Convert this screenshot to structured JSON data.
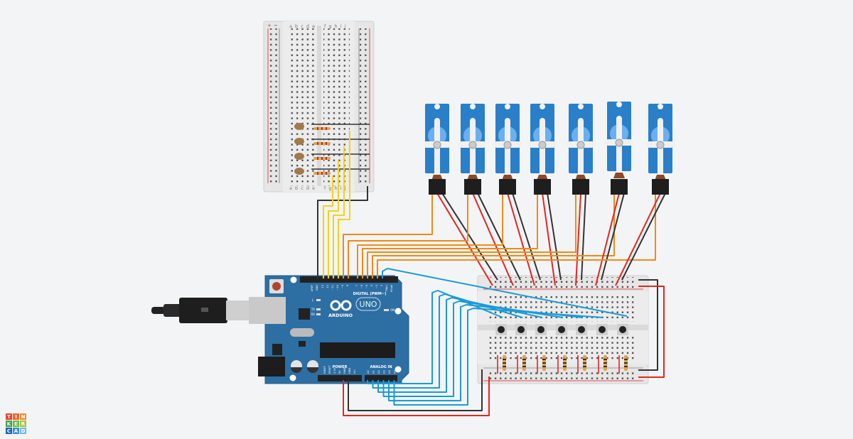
{
  "app": {
    "logo_letters": [
      "T",
      "I",
      "N",
      "K",
      "E",
      "R",
      "C",
      "A",
      "D"
    ],
    "logo_colors": [
      "#e8432f",
      "#f0682f",
      "#f58a36",
      "#43a047",
      "#6bbd45",
      "#a5c63b",
      "#1b64b3",
      "#3b8fd6",
      "#74b9e6"
    ]
  },
  "breadboard_top": {
    "cols_left": "a b c d e",
    "cols_right": "f g h i j",
    "plus": "+",
    "minus": "−"
  },
  "arduino": {
    "brand": "ARDUINO",
    "model": "UNO",
    "digital_label": "DIGITAL (PWM~)",
    "power_label": "POWER",
    "analog_label": "ANALOG IN",
    "led_labels": [
      "L",
      "TX",
      "RX"
    ],
    "on_label": "ON",
    "digital_pins": [
      "AREF",
      "GND",
      "13",
      "12",
      "~11",
      "~10",
      "~9",
      "8",
      "7",
      "~6",
      "~5",
      "4",
      "~3",
      "2",
      "TX►1",
      "RX◄0"
    ],
    "power_pins": [
      "IOREF",
      "RESET",
      "3.3V",
      "5V",
      "GND",
      "GND",
      "Vin"
    ],
    "analog_pins": [
      "A0",
      "A1",
      "A2",
      "A3",
      "A4",
      "A5"
    ]
  },
  "servo_count": 7,
  "button_count": 7,
  "led_count": 4,
  "colors": {
    "background": "#f3f4f6",
    "board": "#2b6ea3",
    "servo": "#2a7fc9",
    "signal_wire": "#f08a17",
    "led_wire": "#f5d21c",
    "button_wire": "#1a9bd7",
    "power_wire": "#e5251f",
    "ground_wire": "#333333"
  }
}
